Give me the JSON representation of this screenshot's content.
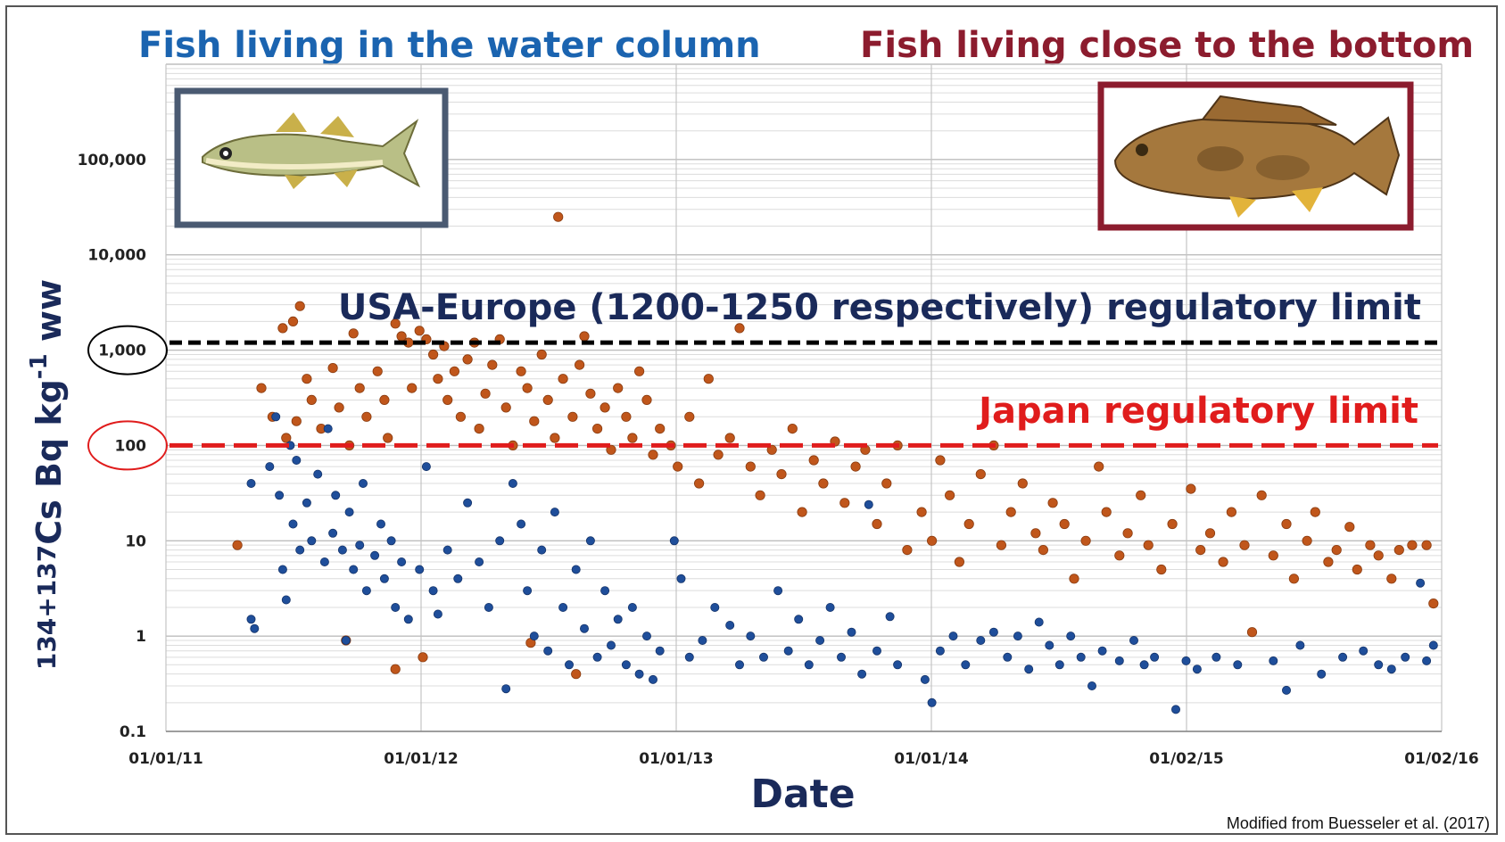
{
  "headers": {
    "left": "Fish living in the water column",
    "right": "Fish living close to the bottom"
  },
  "credit": "Modified from Buesseler et al. (2017)",
  "colors": {
    "water_column": "#1f4e9a",
    "bottom": "#c0561b",
    "usa_line": "#000000",
    "japan_line": "#e01c1c",
    "left_box": "#4a5a72",
    "right_box": "#8c1c2e"
  },
  "chart_data": {
    "type": "scatter",
    "title": "",
    "xlabel": "Date",
    "ylabel": "Cs Bq kg ww",
    "ylabel_parts": {
      "prefix": "134+137",
      "main": "Cs Bq kg",
      "sup": "-1",
      "suffix": " ww"
    },
    "y_scale": "log",
    "ylim": [
      0.1,
      1000000
    ],
    "y_ticks": [
      "0.1",
      "1",
      "10",
      "100",
      "1,000",
      "10,000",
      "100,000"
    ],
    "x_ticks": [
      "01/01/11",
      "01/01/12",
      "01/01/13",
      "01/01/14",
      "01/02/15",
      "01/02/16"
    ],
    "xlim": [
      "2011-01-01",
      "2016-02-01"
    ],
    "reference_lines": [
      {
        "name": "USA-Europe (1200-1250 respectively) regulatory limit",
        "value": 1200,
        "color": "#000000"
      },
      {
        "name": "Japan regulatory limit",
        "value": 100,
        "color": "#e01c1c"
      }
    ],
    "circled_ticks": [
      {
        "tick": "1,000",
        "color": "#000000"
      },
      {
        "tick": "100",
        "color": "#e01c1c"
      }
    ],
    "series": [
      {
        "key": "bottom",
        "color": "#c0561b",
        "points": [
          [
            "2011-04-15",
            9
          ],
          [
            "2011-05-20",
            400
          ],
          [
            "2011-06-05",
            200
          ],
          [
            "2011-06-20",
            1700
          ],
          [
            "2011-07-05",
            2000
          ],
          [
            "2011-07-15",
            2900
          ],
          [
            "2011-07-25",
            500
          ],
          [
            "2011-06-25",
            120
          ],
          [
            "2011-07-10",
            180
          ],
          [
            "2011-08-01",
            300
          ],
          [
            "2011-08-15",
            150
          ],
          [
            "2011-09-01",
            650
          ],
          [
            "2011-09-10",
            250
          ],
          [
            "2011-09-25",
            100
          ],
          [
            "2011-10-01",
            1500
          ],
          [
            "2011-10-10",
            400
          ],
          [
            "2011-10-20",
            200
          ],
          [
            "2011-11-05",
            600
          ],
          [
            "2011-11-15",
            300
          ],
          [
            "2011-11-20",
            120
          ],
          [
            "2011-12-01",
            1900
          ],
          [
            "2011-12-10",
            1400
          ],
          [
            "2011-12-20",
            1200
          ],
          [
            "2011-12-25",
            400
          ],
          [
            "2012-01-05",
            1600
          ],
          [
            "2012-01-15",
            1300
          ],
          [
            "2012-01-25",
            900
          ],
          [
            "2012-02-01",
            500
          ],
          [
            "2012-02-10",
            1100
          ],
          [
            "2012-02-15",
            300
          ],
          [
            "2012-02-25",
            600
          ],
          [
            "2012-03-05",
            200
          ],
          [
            "2012-03-15",
            800
          ],
          [
            "2012-03-25",
            1200
          ],
          [
            "2012-04-01",
            150
          ],
          [
            "2012-04-10",
            350
          ],
          [
            "2012-04-20",
            700
          ],
          [
            "2012-05-01",
            1300
          ],
          [
            "2012-05-10",
            250
          ],
          [
            "2012-05-20",
            100
          ],
          [
            "2012-06-01",
            600
          ],
          [
            "2012-06-10",
            400
          ],
          [
            "2012-06-20",
            180
          ],
          [
            "2012-07-01",
            900
          ],
          [
            "2012-07-10",
            300
          ],
          [
            "2012-07-20",
            120
          ],
          [
            "2012-07-25",
            25000
          ],
          [
            "2012-08-01",
            500
          ],
          [
            "2012-08-15",
            200
          ],
          [
            "2012-08-25",
            700
          ],
          [
            "2012-09-01",
            1400
          ],
          [
            "2012-09-10",
            350
          ],
          [
            "2012-09-20",
            150
          ],
          [
            "2012-10-01",
            250
          ],
          [
            "2012-10-10",
            90
          ],
          [
            "2012-10-20",
            400
          ],
          [
            "2012-11-01",
            200
          ],
          [
            "2012-11-10",
            120
          ],
          [
            "2012-11-20",
            600
          ],
          [
            "2012-12-01",
            300
          ],
          [
            "2012-12-10",
            80
          ],
          [
            "2012-12-20",
            150
          ],
          [
            "2013-01-05",
            100
          ],
          [
            "2013-01-15",
            60
          ],
          [
            "2013-02-01",
            200
          ],
          [
            "2013-02-15",
            40
          ],
          [
            "2013-03-01",
            500
          ],
          [
            "2013-03-15",
            80
          ],
          [
            "2013-04-01",
            120
          ],
          [
            "2013-04-15",
            1700
          ],
          [
            "2013-05-01",
            60
          ],
          [
            "2013-05-15",
            30
          ],
          [
            "2013-06-01",
            90
          ],
          [
            "2013-06-15",
            50
          ],
          [
            "2013-07-01",
            150
          ],
          [
            "2013-07-15",
            20
          ],
          [
            "2013-08-01",
            70
          ],
          [
            "2013-08-15",
            40
          ],
          [
            "2013-09-01",
            110
          ],
          [
            "2013-09-15",
            25
          ],
          [
            "2013-10-01",
            60
          ],
          [
            "2013-10-15",
            90
          ],
          [
            "2013-11-01",
            15
          ],
          [
            "2013-11-15",
            40
          ],
          [
            "2013-12-01",
            100
          ],
          [
            "2013-12-15",
            8
          ],
          [
            "2014-01-05",
            20
          ],
          [
            "2014-01-20",
            10
          ],
          [
            "2014-02-01",
            70
          ],
          [
            "2014-02-15",
            30
          ],
          [
            "2014-03-01",
            6
          ],
          [
            "2014-03-15",
            15
          ],
          [
            "2014-04-01",
            50
          ],
          [
            "2014-04-20",
            100
          ],
          [
            "2014-05-01",
            9
          ],
          [
            "2014-05-15",
            20
          ],
          [
            "2014-06-01",
            40
          ],
          [
            "2014-06-20",
            12
          ],
          [
            "2014-07-01",
            8
          ],
          [
            "2014-07-15",
            25
          ],
          [
            "2014-08-01",
            15
          ],
          [
            "2014-08-15",
            4
          ],
          [
            "2014-09-01",
            10
          ],
          [
            "2014-09-20",
            60
          ],
          [
            "2014-10-01",
            20
          ],
          [
            "2014-10-20",
            7
          ],
          [
            "2014-11-01",
            12
          ],
          [
            "2014-11-20",
            30
          ],
          [
            "2014-12-01",
            9
          ],
          [
            "2014-12-20",
            5
          ],
          [
            "2015-01-05",
            15
          ],
          [
            "2015-02-01",
            35
          ],
          [
            "2015-02-15",
            8
          ],
          [
            "2015-03-01",
            12
          ],
          [
            "2015-03-20",
            6
          ],
          [
            "2015-04-01",
            20
          ],
          [
            "2015-04-20",
            9
          ],
          [
            "2015-05-01",
            1.1
          ],
          [
            "2015-05-15",
            30
          ],
          [
            "2015-06-01",
            7
          ],
          [
            "2015-06-20",
            15
          ],
          [
            "2015-07-01",
            4
          ],
          [
            "2015-07-20",
            10
          ],
          [
            "2015-08-01",
            20
          ],
          [
            "2015-08-20",
            6
          ],
          [
            "2015-09-01",
            8
          ],
          [
            "2015-09-20",
            14
          ],
          [
            "2015-10-01",
            5
          ],
          [
            "2015-10-20",
            9
          ],
          [
            "2015-11-01",
            7
          ],
          [
            "2015-11-20",
            4
          ],
          [
            "2015-12-01",
            8
          ],
          [
            "2015-12-20",
            9
          ],
          [
            "2016-01-10",
            9
          ],
          [
            "2016-01-20",
            2.2
          ],
          [
            "2011-09-20",
            0.9
          ],
          [
            "2011-12-01",
            0.45
          ],
          [
            "2012-01-10",
            0.6
          ],
          [
            "2012-06-15",
            0.85
          ],
          [
            "2012-08-20",
            0.4
          ]
        ]
      },
      {
        "key": "water_column",
        "color": "#1f4e9a",
        "points": [
          [
            "2011-05-05",
            40
          ],
          [
            "2011-05-05",
            1.5
          ],
          [
            "2011-05-10",
            1.2
          ],
          [
            "2011-06-01",
            60
          ],
          [
            "2011-06-10",
            200
          ],
          [
            "2011-06-15",
            30
          ],
          [
            "2011-06-20",
            5
          ],
          [
            "2011-06-25",
            2.4
          ],
          [
            "2011-07-01",
            100
          ],
          [
            "2011-07-05",
            15
          ],
          [
            "2011-07-10",
            70
          ],
          [
            "2011-07-15",
            8
          ],
          [
            "2011-07-25",
            25
          ],
          [
            "2011-08-01",
            10
          ],
          [
            "2011-08-10",
            50
          ],
          [
            "2011-08-20",
            6
          ],
          [
            "2011-08-25",
            150
          ],
          [
            "2011-09-01",
            12
          ],
          [
            "2011-09-05",
            30
          ],
          [
            "2011-09-15",
            8
          ],
          [
            "2011-09-20",
            0.9
          ],
          [
            "2011-09-25",
            20
          ],
          [
            "2011-10-01",
            5
          ],
          [
            "2011-10-10",
            9
          ],
          [
            "2011-10-15",
            40
          ],
          [
            "2011-10-20",
            3
          ],
          [
            "2011-11-01",
            7
          ],
          [
            "2011-11-10",
            15
          ],
          [
            "2011-11-15",
            4
          ],
          [
            "2011-11-25",
            10
          ],
          [
            "2011-12-01",
            2
          ],
          [
            "2011-12-10",
            6
          ],
          [
            "2011-12-20",
            1.5
          ],
          [
            "2012-01-05",
            5
          ],
          [
            "2012-01-15",
            60
          ],
          [
            "2012-01-25",
            3
          ],
          [
            "2012-02-01",
            1.7
          ],
          [
            "2012-02-15",
            8
          ],
          [
            "2012-03-01",
            4
          ],
          [
            "2012-03-15",
            25
          ],
          [
            "2012-04-01",
            6
          ],
          [
            "2012-04-15",
            2
          ],
          [
            "2012-05-01",
            10
          ],
          [
            "2012-05-10",
            0.28
          ],
          [
            "2012-05-20",
            40
          ],
          [
            "2012-06-01",
            15
          ],
          [
            "2012-06-10",
            3
          ],
          [
            "2012-06-20",
            1
          ],
          [
            "2012-07-01",
            8
          ],
          [
            "2012-07-10",
            0.7
          ],
          [
            "2012-07-20",
            20
          ],
          [
            "2012-08-01",
            2
          ],
          [
            "2012-08-10",
            0.5
          ],
          [
            "2012-08-20",
            5
          ],
          [
            "2012-09-01",
            1.2
          ],
          [
            "2012-09-10",
            10
          ],
          [
            "2012-09-20",
            0.6
          ],
          [
            "2012-10-01",
            3
          ],
          [
            "2012-10-10",
            0.8
          ],
          [
            "2012-10-20",
            1.5
          ],
          [
            "2012-11-01",
            0.5
          ],
          [
            "2012-11-10",
            2
          ],
          [
            "2012-11-20",
            0.4
          ],
          [
            "2012-12-01",
            1
          ],
          [
            "2012-12-10",
            0.35
          ],
          [
            "2012-12-20",
            0.7
          ],
          [
            "2013-01-10",
            10
          ],
          [
            "2013-01-20",
            4
          ],
          [
            "2013-02-01",
            0.6
          ],
          [
            "2013-02-20",
            0.9
          ],
          [
            "2013-03-10",
            2
          ],
          [
            "2013-04-01",
            1.3
          ],
          [
            "2013-04-15",
            0.5
          ],
          [
            "2013-05-01",
            1
          ],
          [
            "2013-05-20",
            0.6
          ],
          [
            "2013-06-10",
            3
          ],
          [
            "2013-06-25",
            0.7
          ],
          [
            "2013-07-10",
            1.5
          ],
          [
            "2013-07-25",
            0.5
          ],
          [
            "2013-08-10",
            0.9
          ],
          [
            "2013-08-25",
            2
          ],
          [
            "2013-09-10",
            0.6
          ],
          [
            "2013-09-25",
            1.1
          ],
          [
            "2013-10-10",
            0.4
          ],
          [
            "2013-10-20",
            24
          ],
          [
            "2013-11-01",
            0.7
          ],
          [
            "2013-11-20",
            1.6
          ],
          [
            "2013-12-01",
            0.5
          ],
          [
            "2014-01-10",
            0.35
          ],
          [
            "2014-01-20",
            0.2
          ],
          [
            "2014-02-01",
            0.7
          ],
          [
            "2014-02-20",
            1
          ],
          [
            "2014-03-10",
            0.5
          ],
          [
            "2014-04-01",
            0.9
          ],
          [
            "2014-04-20",
            1.1
          ],
          [
            "2014-05-10",
            0.6
          ],
          [
            "2014-05-25",
            1
          ],
          [
            "2014-06-10",
            0.45
          ],
          [
            "2014-06-25",
            1.4
          ],
          [
            "2014-07-10",
            0.8
          ],
          [
            "2014-07-25",
            0.5
          ],
          [
            "2014-08-10",
            1
          ],
          [
            "2014-08-25",
            0.6
          ],
          [
            "2014-09-10",
            0.3
          ],
          [
            "2014-09-25",
            0.7
          ],
          [
            "2014-10-20",
            0.55
          ],
          [
            "2014-11-10",
            0.9
          ],
          [
            "2014-11-25",
            0.5
          ],
          [
            "2014-12-10",
            0.6
          ],
          [
            "2015-01-10",
            0.17
          ],
          [
            "2015-01-25",
            0.55
          ],
          [
            "2015-02-10",
            0.45
          ],
          [
            "2015-03-10",
            0.6
          ],
          [
            "2015-04-10",
            0.5
          ],
          [
            "2015-06-01",
            0.55
          ],
          [
            "2015-06-20",
            0.27
          ],
          [
            "2015-07-10",
            0.8
          ],
          [
            "2015-08-10",
            0.4
          ],
          [
            "2015-09-10",
            0.6
          ],
          [
            "2015-10-10",
            0.7
          ],
          [
            "2015-11-01",
            0.5
          ],
          [
            "2015-11-20",
            0.45
          ],
          [
            "2015-12-10",
            0.6
          ],
          [
            "2016-01-01",
            3.6
          ],
          [
            "2016-01-10",
            0.55
          ],
          [
            "2016-01-20",
            0.8
          ]
        ]
      }
    ]
  }
}
